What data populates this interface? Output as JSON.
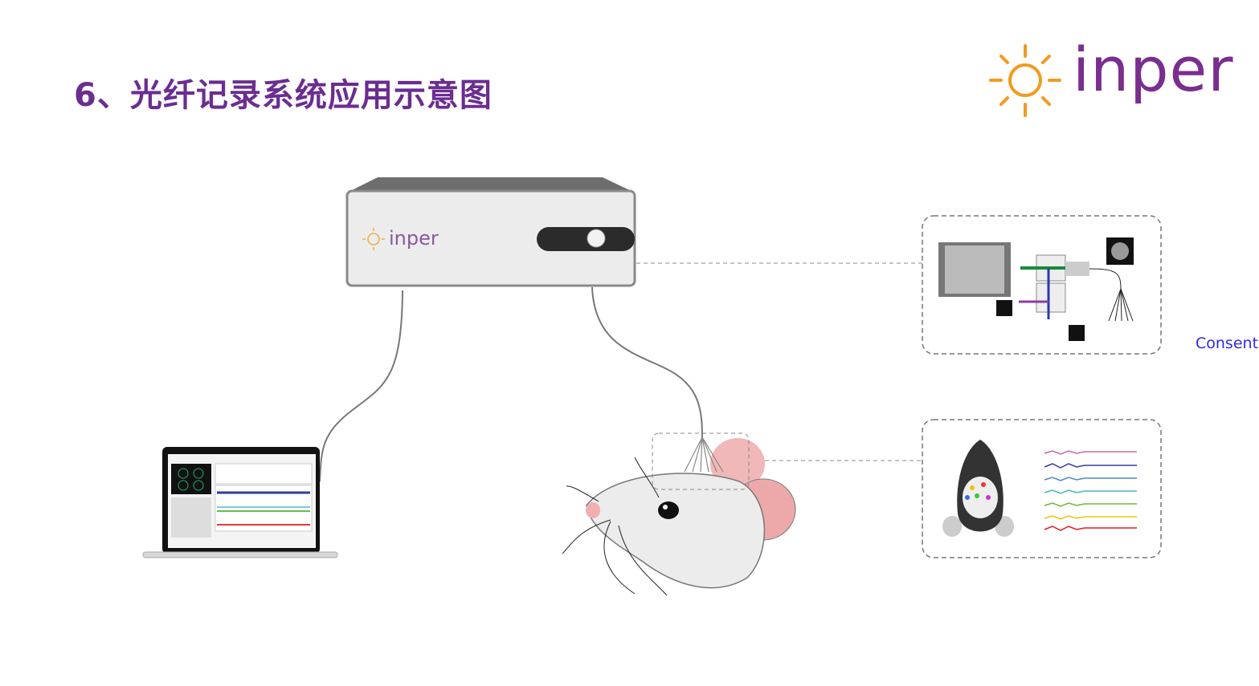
{
  "slide": {
    "title": "6、光纤记录系统应用示意图",
    "logo_text": "inper",
    "device_logo_text": "inper",
    "consent_link": "Consent"
  },
  "colors": {
    "title": "#6b2d90",
    "logo_purple": "#7a2e8f",
    "logo_sun": "#f39a1e",
    "consent": "#2a2af0"
  },
  "icons": [
    "sun-logo-icon",
    "fiber-photometry-device",
    "laptop-software",
    "mouse-head-with-fibers",
    "optical-path-diagram",
    "brain-implant-diagram",
    "signal-traces"
  ]
}
